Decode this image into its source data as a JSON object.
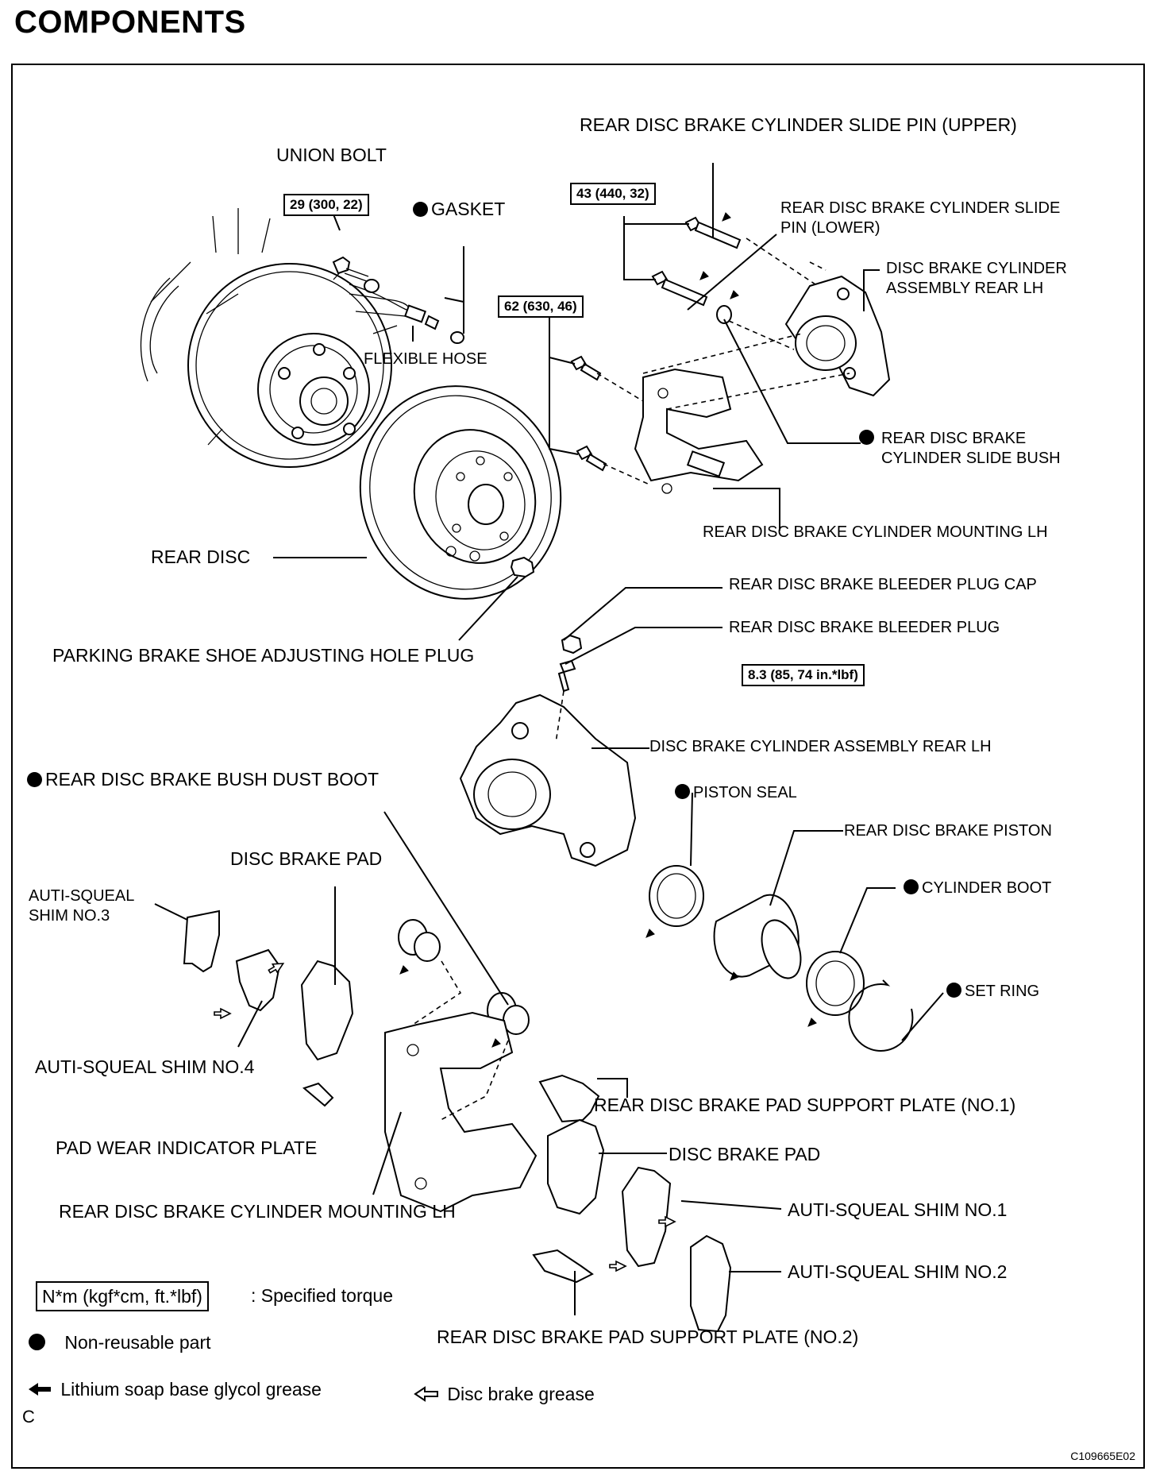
{
  "page_title": "COMPONENTS",
  "torque_values": {
    "union_bolt": "29 (300, 22)",
    "slide_pin": "43 (440, 32)",
    "mounting_bolt": "62 (630, 46)",
    "bleeder_plug": "8.3 (85, 74 in.*lbf)"
  },
  "labels": {
    "union_bolt": "UNION BOLT",
    "gasket": "GASKET",
    "flexible_hose": "FLEXIBLE HOSE",
    "slide_pin_upper": "REAR DISC BRAKE CYLINDER SLIDE PIN (UPPER)",
    "slide_pin_lower": "REAR DISC BRAKE CYLINDER SLIDE\nPIN (LOWER)",
    "cylinder_assembly_top": "DISC BRAKE CYLINDER\nASSEMBLY REAR LH",
    "slide_bush": "REAR DISC BRAKE\nCYLINDER SLIDE BUSH",
    "cylinder_mounting_top": "REAR DISC BRAKE CYLINDER MOUNTING LH",
    "rear_disc": "REAR DISC",
    "bleeder_plug_cap": "REAR DISC BRAKE BLEEDER PLUG CAP",
    "bleeder_plug": "REAR DISC BRAKE BLEEDER PLUG",
    "adjusting_hole_plug": "PARKING BRAKE SHOE ADJUSTING HOLE PLUG",
    "cylinder_assembly_mid": "DISC BRAKE CYLINDER ASSEMBLY REAR LH",
    "bush_dust_boot": "REAR DISC BRAKE BUSH DUST BOOT",
    "piston_seal": "PISTON SEAL",
    "piston": "REAR DISC BRAKE PISTON",
    "cylinder_boot": "CYLINDER BOOT",
    "set_ring": "SET RING",
    "disc_brake_pad_left": "DISC BRAKE PAD",
    "shim_no3": "AUTI-SQUEAL\nSHIM NO.3",
    "shim_no4": "AUTI-SQUEAL SHIM NO.4",
    "pad_wear_indicator": "PAD WEAR INDICATOR PLATE",
    "cylinder_mounting_bottom": "REAR DISC BRAKE CYLINDER MOUNTING LH",
    "support_plate_no1": "REAR DISC BRAKE PAD SUPPORT PLATE (NO.1)",
    "disc_brake_pad_right": "DISC BRAKE PAD",
    "shim_no1": "AUTI-SQUEAL SHIM NO.1",
    "shim_no2": "AUTI-SQUEAL SHIM NO.2",
    "support_plate_no2": "REAR DISC BRAKE PAD SUPPORT PLATE (NO.2)"
  },
  "legend": {
    "torque_box": "N*m (kgf*cm, ft.*lbf)",
    "torque_desc": ": Specified torque",
    "non_reusable": "Non-reusable part",
    "lithium_grease": "Lithium soap base glycol grease",
    "disc_grease": "Disc brake grease"
  },
  "page_letter": "C",
  "figure_code": "C109665E02",
  "icons": {
    "non_reusable": "filled-circle-icon",
    "lithium_grease": "solid-arrow-icon",
    "disc_grease": "outline-arrow-icon"
  }
}
